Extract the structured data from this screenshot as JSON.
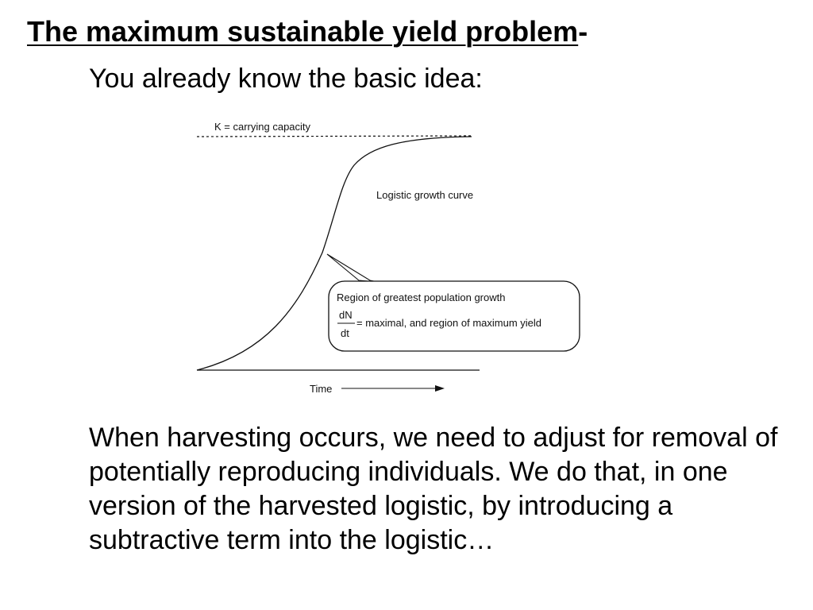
{
  "slide": {
    "title_underlined": "The maximum sustainable yield problem",
    "title_suffix": "-",
    "intro": "You already know the basic idea:",
    "body": "When harvesting occurs, we need to adjust for removal of potentially reproducing individuals. We do that, in one version of the harvested logistic, by introducing a subtractive term into the logistic…"
  },
  "figure": {
    "carrying_capacity_label": "K = carrying capacity",
    "curve_label": "Logistic growth curve",
    "callout_line1": "Region of greatest population growth",
    "callout_frac_num": "dN",
    "callout_frac_den": "dt",
    "callout_line2": "= maximal, and region of maximum yield",
    "time_label": "Time"
  },
  "colors": {
    "ink": "#111111",
    "background": "#ffffff"
  }
}
